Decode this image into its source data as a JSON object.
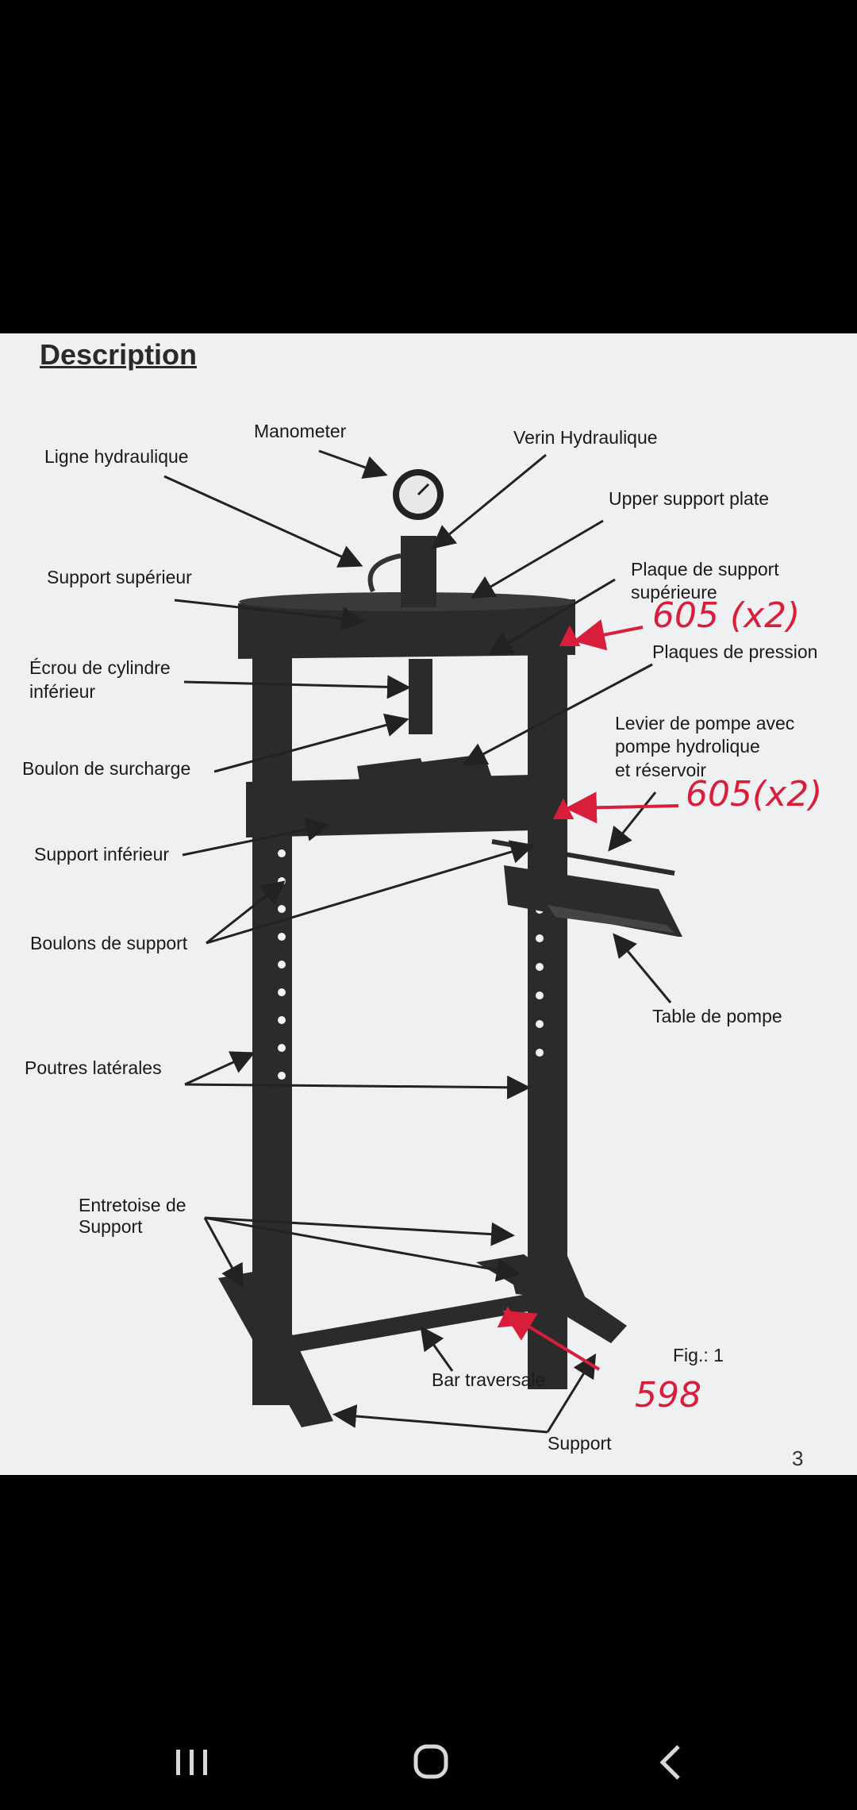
{
  "page": {
    "title": "Description",
    "figure_label": "Fig.: 1",
    "page_number": "3"
  },
  "labels": {
    "manometer": "Manometer",
    "verin": "Verin Hydraulique",
    "ligne": "Ligne hydraulique",
    "upper_plate": "Upper support plate",
    "support_sup": "Support supérieur",
    "plaque_sup_1": "Plaque de support",
    "plaque_sup_2": "supérieure",
    "ecrou_1": "Écrou de cylindre",
    "ecrou_2": "inférieur",
    "plaques_pression": "Plaques de pression",
    "levier_1": "Levier de pompe avec",
    "levier_2": "pompe hydrolique",
    "levier_3": "et réservoir",
    "boulon_surcharge": "Boulon de surcharge",
    "support_inf": "Support inférieur",
    "boulons_support": "Boulons de support",
    "table_pompe": "Table de pompe",
    "poutres": "Poutres latérales",
    "entretoise_1": "Entretoise de",
    "entretoise_2": "Support",
    "bar": "Bar traversale",
    "support": "Support"
  },
  "annotations": {
    "upper": "605 (x2)",
    "middle": "605(x2)",
    "base": "598"
  },
  "colors": {
    "annotation": "#d81e3a",
    "frame": "#2b2b2b",
    "paper": "#eef0f2"
  },
  "navbar": {
    "recents_icon": "recents-icon",
    "home_icon": "home-icon",
    "back_icon": "back-icon"
  }
}
